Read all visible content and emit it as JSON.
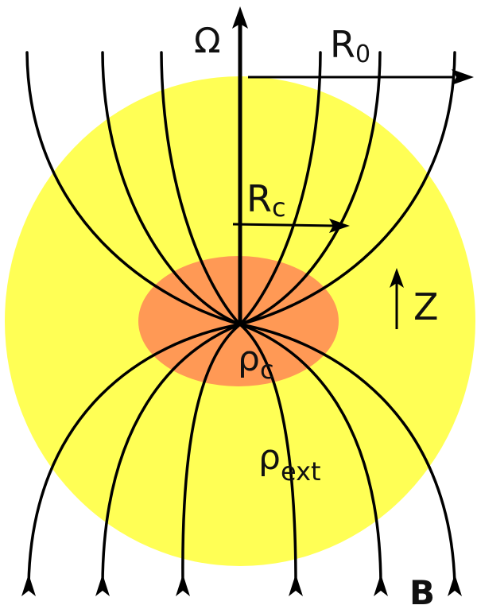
{
  "labels": {
    "omega": "Ω",
    "r0_main": "R",
    "r0_sub": "0",
    "rc_main": "R",
    "rc_sub": "c",
    "z": "Z",
    "rhoc_main": "ρ",
    "rhoc_sub": "c",
    "rhoext_main": "ρ",
    "rhoext_sub": "ext",
    "b": "B"
  },
  "colors": {
    "outer_cloud": "#ffff55",
    "core": "#ff9955",
    "lines": "#000000"
  }
}
